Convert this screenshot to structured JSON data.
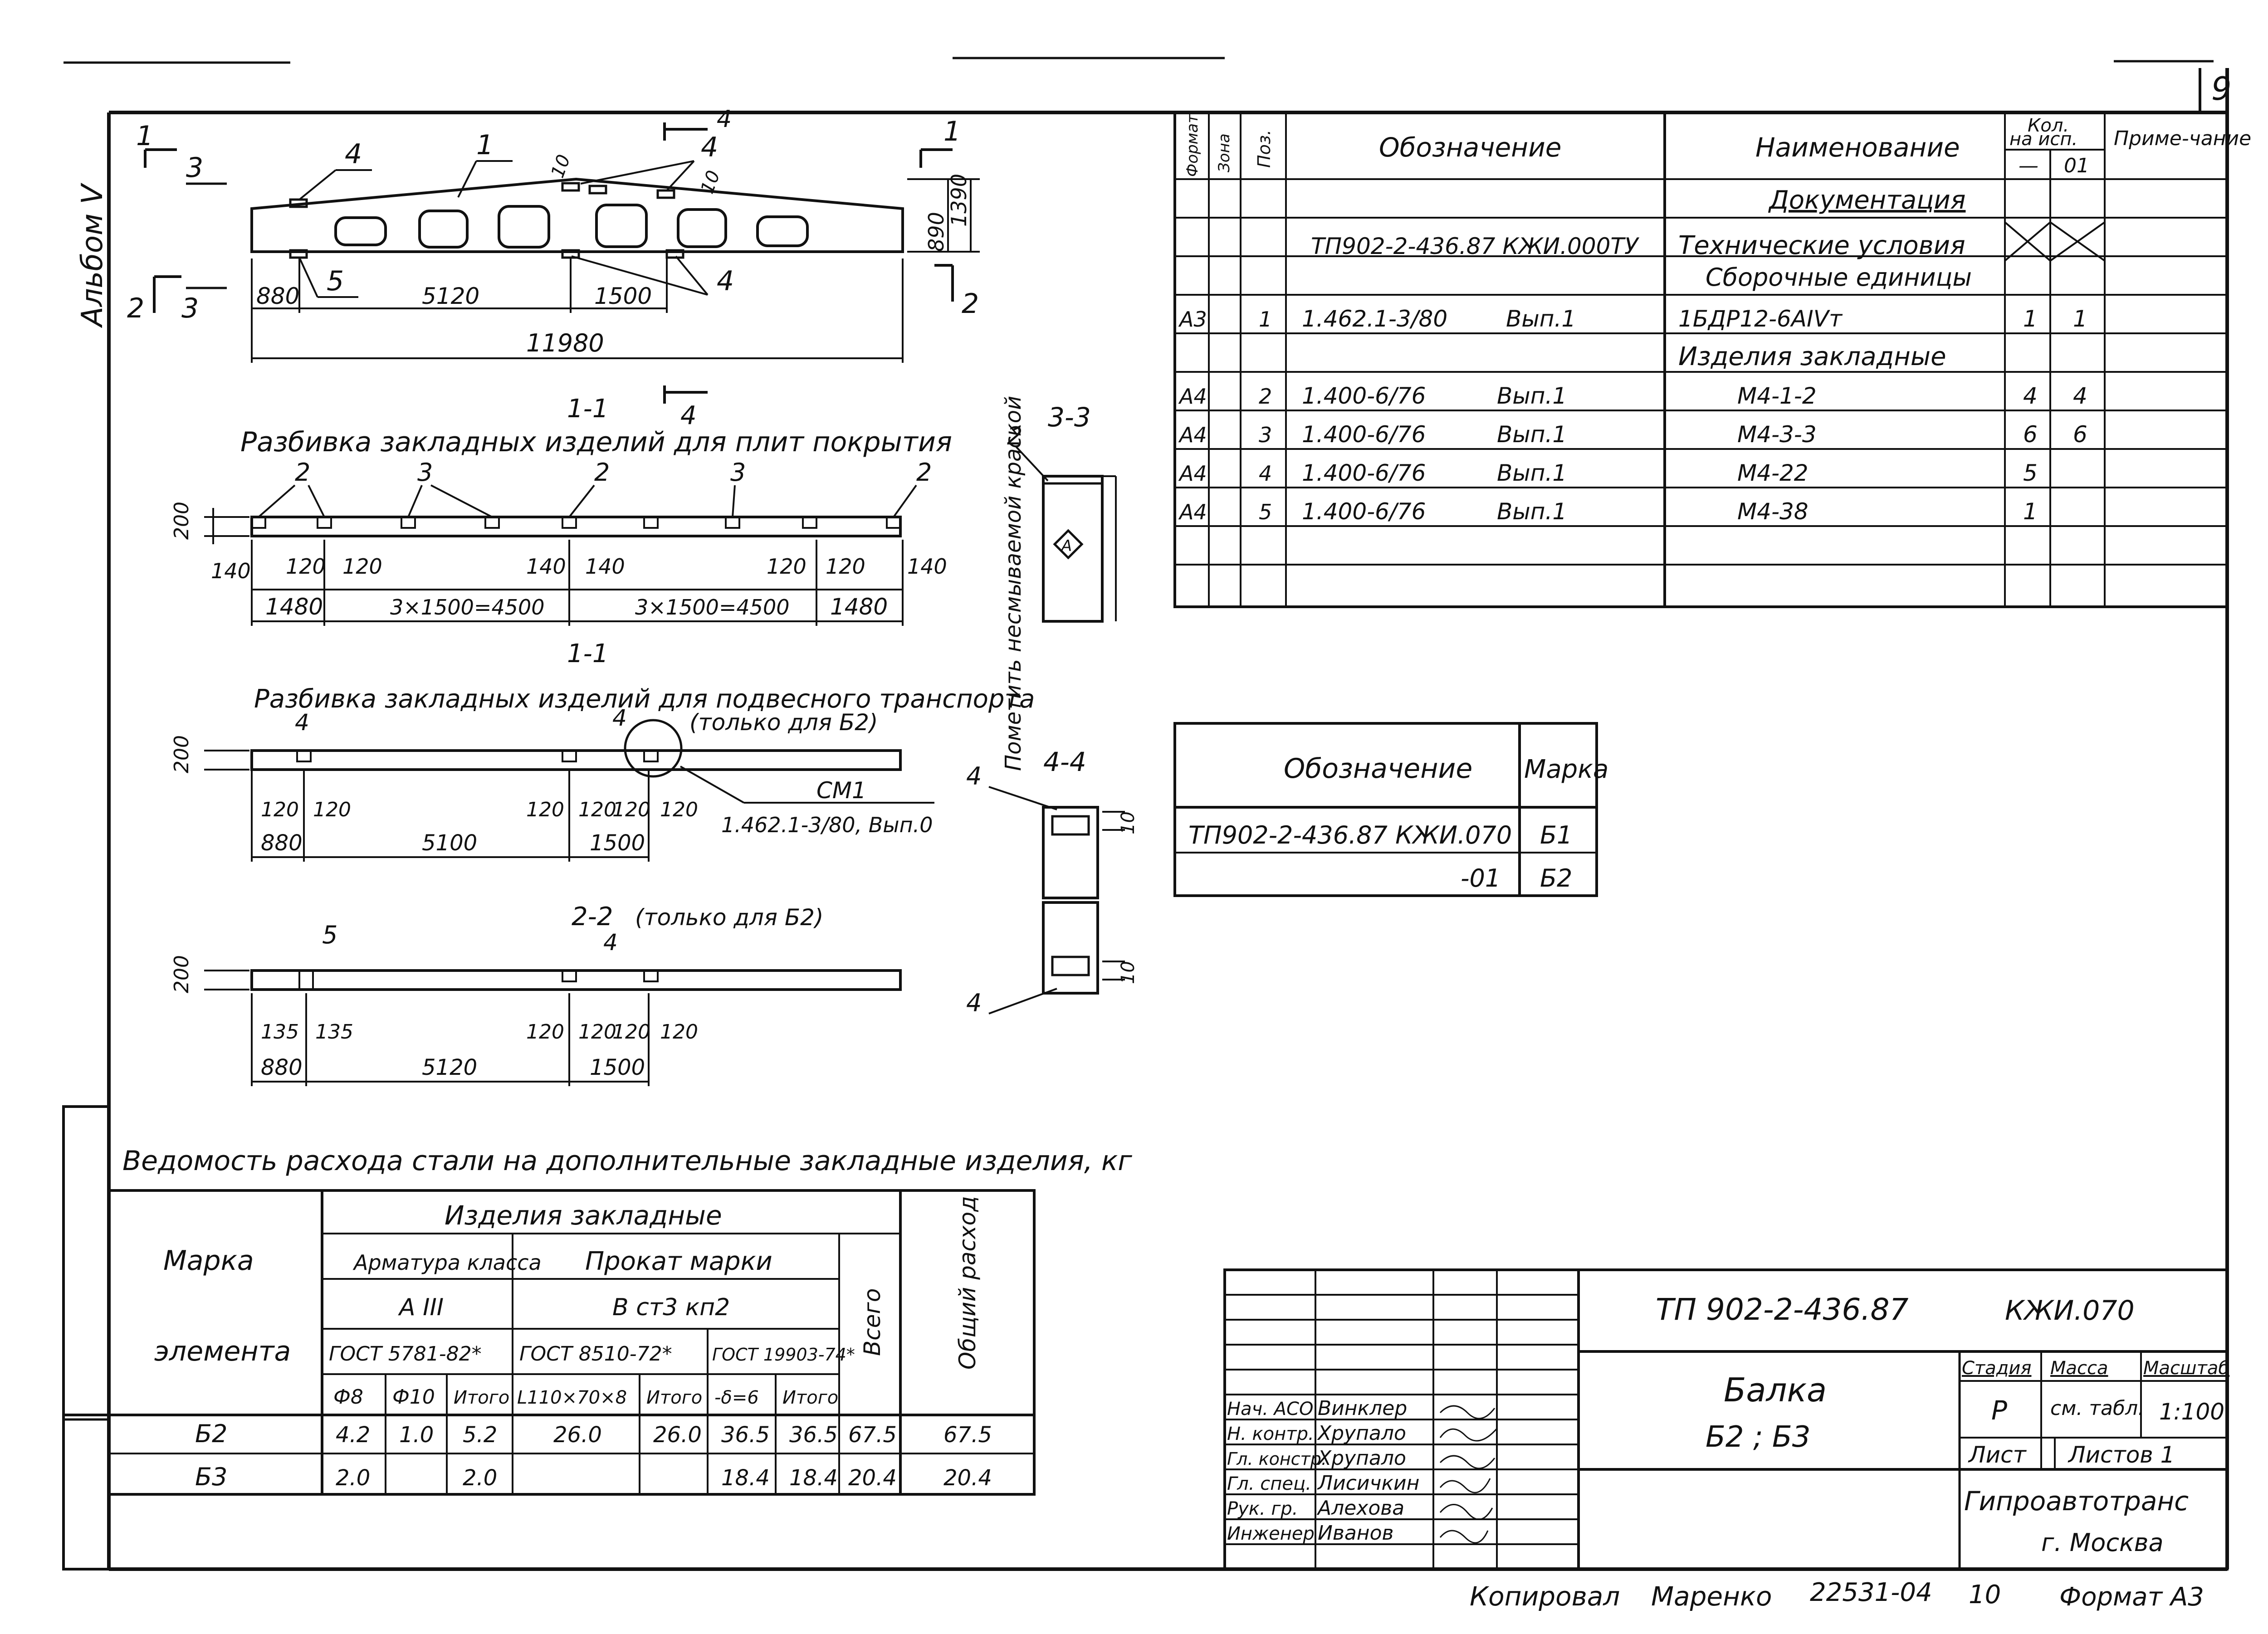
{
  "album_label": "Альбом V",
  "sheet_number": "9",
  "spec_table": {
    "headers": {
      "format": "Формат",
      "zone": "Зона",
      "pos": "Поз.",
      "designation": "Обозначение",
      "name": "Наименование",
      "qty_top": "Кол.",
      "qty_sub": "на исп.",
      "qty_col1": "—",
      "qty_col2": "01",
      "note": "Приме-чание"
    },
    "rows": [
      {
        "format": "",
        "pos": "",
        "designation": "",
        "name": "Документация",
        "q1": "",
        "q2": ""
      },
      {
        "format": "",
        "pos": "",
        "designation": "ТП902-2-436.87 КЖИ.000ТУ",
        "name": "Технические условия",
        "q1": "",
        "q2": ""
      },
      {
        "format": "",
        "pos": "",
        "designation": "",
        "name": "Сборочные единицы",
        "q1": "",
        "q2": ""
      },
      {
        "format": "А3",
        "pos": "1",
        "designation": "1.462.1-3/80",
        "vyp": "Вып.1",
        "name": "1БДР12-6АIVт",
        "q1": "1",
        "q2": "1"
      },
      {
        "format": "",
        "pos": "",
        "designation": "",
        "name": "Изделия закладные",
        "q1": "",
        "q2": ""
      },
      {
        "format": "А4",
        "pos": "2",
        "designation": "1.400-6/76",
        "vyp": "Вып.1",
        "name": "М4-1-2",
        "q1": "4",
        "q2": "4"
      },
      {
        "format": "А4",
        "pos": "3",
        "designation": "1.400-6/76",
        "vyp": "Вып.1",
        "name": "М4-3-3",
        "q1": "6",
        "q2": "6"
      },
      {
        "format": "А4",
        "pos": "4",
        "designation": "1.400-6/76",
        "vyp": "Вып.1",
        "name": "М4-22",
        "q1": "5",
        "q2": ""
      },
      {
        "format": "А4",
        "pos": "5",
        "designation": "1.400-6/76",
        "vyp": "Вып.1",
        "name": "М4-38",
        "q1": "1",
        "q2": ""
      }
    ]
  },
  "mark_table": {
    "headers": {
      "designation": "Обозначение",
      "mark": "Марка"
    },
    "rows": [
      {
        "designation": "ТП902-2-436.87 КЖИ.070",
        "mark": "Б1"
      },
      {
        "designation": "-01",
        "mark": "Б2"
      }
    ]
  },
  "steel_table": {
    "title": "Ведомость расхода стали на дополнительные закладные изделия, кг",
    "headers": {
      "mark": "Марка",
      "element": "элемента",
      "products": "Изделия закладные",
      "armature": "Арматура класса",
      "a3": "А III",
      "rolled": "Прокат марки",
      "steel": "В ст3 кп2",
      "total": "Всего",
      "overall": "Общий расход",
      "gost1": "ГОСТ 5781-82*",
      "gost2": "ГОСТ 8510-72*",
      "gost3": "ГОСТ 19903-74*",
      "c1": "Ф8",
      "c2": "Ф10",
      "c3": "Итого",
      "c4": "L110×70×8",
      "c5": "Итого",
      "c6": "-δ=6",
      "c7": "Итого"
    },
    "rows": [
      {
        "mark": "Б2",
        "v": [
          "4.2",
          "1.0",
          "5.2",
          "26.0",
          "26.0",
          "36.5",
          "36.5",
          "67.5",
          "67.5"
        ]
      },
      {
        "mark": "Б3",
        "v": [
          "2.0",
          "",
          "2.0",
          "",
          "",
          "18.4",
          "18.4",
          "20.4",
          "20.4"
        ]
      }
    ]
  },
  "title_block": {
    "code": "ТП 902-2-436.87",
    "doc": "КЖИ.070",
    "name": "Балка",
    "marks": "Б2 ; Б3",
    "stage_label": "Стадия",
    "mass_label": "Масса",
    "scale_label": "Масштаб",
    "stage": "Р",
    "mass": "см. табл.",
    "scale": "1:100",
    "sheet_label": "Лист",
    "sheets_label": "Листов 1",
    "org": "Гипроавтотранс",
    "city": "г. Москва",
    "people": [
      {
        "role": "Нач. АСО",
        "name": "Винклер"
      },
      {
        "role": "Н. контр.",
        "name": "Хрупало"
      },
      {
        "role": "Гл. констр.",
        "name": "Хрупало"
      },
      {
        "role": "Гл. спец.",
        "name": "Лисичкин"
      },
      {
        "role": "Рук. гр.",
        "name": "Алехова"
      },
      {
        "role": "Инженер",
        "name": "Иванов"
      }
    ]
  },
  "footer": {
    "copied": "Копировал",
    "copier": "Маренко",
    "number": "22531-04",
    "sheet": "10",
    "format": "Формат А3"
  },
  "drawing": {
    "section_labels": {
      "s11": "1-1",
      "s22": "2-2",
      "s33": "3-3",
      "s44": "4-4",
      "one": "1",
      "two": "2",
      "three": "3",
      "four": "4"
    },
    "callouts": {
      "pos1": "1",
      "pos4": "4",
      "pos5": "5",
      "pos2": "2",
      "pos3": "3"
    },
    "main_dims": {
      "d880": "880",
      "d5120": "5120",
      "d1500": "1500",
      "d11980": "11980",
      "d890": "890",
      "d1390": "1390",
      "d10": "10"
    },
    "layout1_title": "Разбивка закладных изделий для плит покрытия",
    "layout1_dims": {
      "d200": "200",
      "d140": "140",
      "d120": "120",
      "d1480": "1480",
      "d3x1500": "3×1500=4500"
    },
    "layout2_title": "Разбивка закладных изделий для подвесного транспорта",
    "layout2_note": "(только для Б2)",
    "layout2_dims": {
      "d5100": "5100",
      "cm": "СМ1",
      "cm_ref": "1.462.1-3/80, Вып.0"
    },
    "layout3_note": "(только для Б2)",
    "layout3_dims": {
      "d135": "135"
    },
    "paint_note": "Пометить несмываемой краской",
    "mark_a": "А",
    "d4_label": "4"
  }
}
